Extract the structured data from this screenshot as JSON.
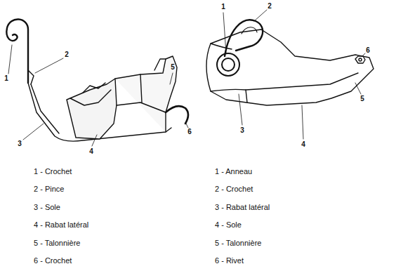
{
  "diagram": {
    "labels": [
      "1",
      "2",
      "3",
      "4",
      "5",
      "6",
      "1",
      "2",
      "6",
      "3",
      "4",
      "5",
      "1 - Crochet",
      "2 - Pince",
      "3 - Sole",
      "4 - Rabat latéral",
      "5 - Talonnière",
      "6 - Crochet",
      "1 - Anneau",
      "2 - Crochet",
      "3 - Rabat latéral",
      "4 - Sole",
      "5 - Talonnière",
      "6 - Rivet"
    ]
  }
}
